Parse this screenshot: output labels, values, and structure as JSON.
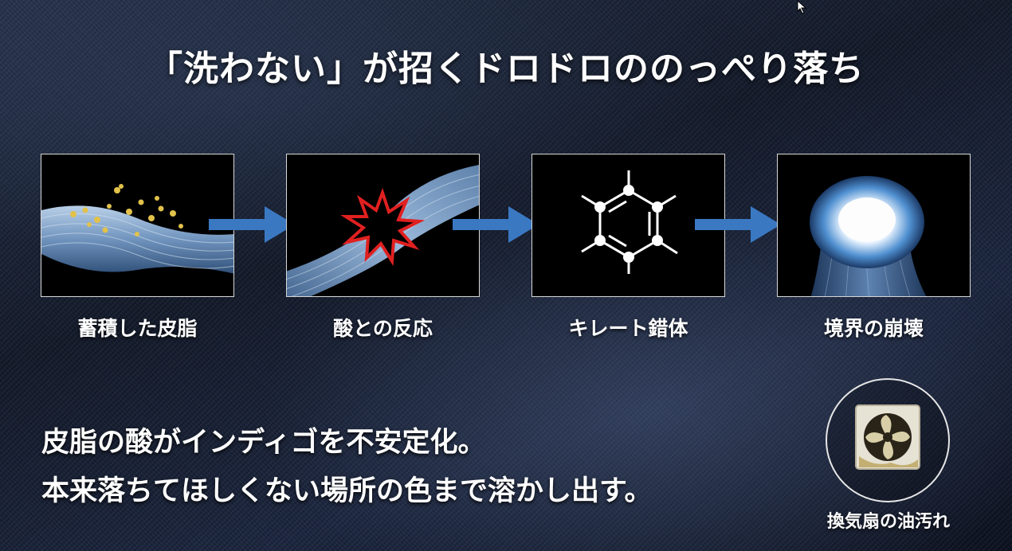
{
  "title": "「洗わない」が招くドロドロののっぺり落ち",
  "steps": [
    {
      "label": "蓄積した皮脂",
      "icon": "fiber-with-sebum-icon"
    },
    {
      "label": "酸との反応",
      "icon": "acid-reaction-burst-icon"
    },
    {
      "label": "キレート錯体",
      "icon": "chelate-ring-icon"
    },
    {
      "label": "境界の崩壊",
      "icon": "dissolved-fiber-icon"
    }
  ],
  "body": {
    "line1": "皮脂の酸がインディゴを不安定化。",
    "line2": "本来落ちてほしくない場所の色まで溶かし出す。"
  },
  "fan": {
    "caption": "換気扇の油汚れ",
    "icon": "greasy-fan-icon"
  },
  "colors": {
    "arrow": "#3a78c2",
    "burst": "#e02020",
    "fiber": "#8fb2d6",
    "sebum": "#e2c24a"
  }
}
